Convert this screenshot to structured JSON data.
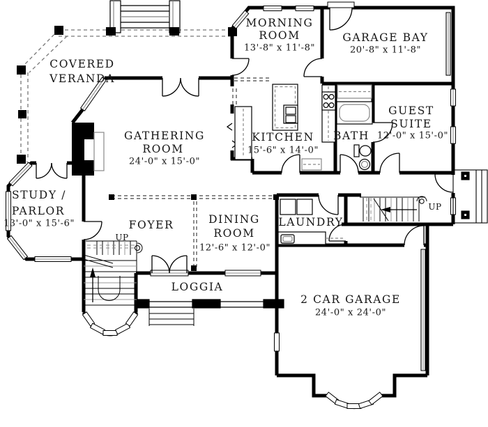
{
  "rooms": {
    "morning": {
      "l1": "MORNING",
      "l2": "ROOM",
      "dims": "13'-8\" x 11'-8\""
    },
    "garage_bay": {
      "l1": "GARAGE BAY",
      "dims": "20'-8\" x 11'-8\""
    },
    "veranda": {
      "l1": "COVERED",
      "l2": "VERANDA"
    },
    "gathering": {
      "l1": "GATHERING",
      "l2": "ROOM",
      "dims": "24'-0\" x 15'-0\""
    },
    "kitchen": {
      "l1": "KITCHEN",
      "dims": "15'-6\" x 14'-0\""
    },
    "bath": {
      "l1": "BATH"
    },
    "guest": {
      "l1": "GUEST",
      "l2": "SUITE",
      "dims": "12'-0\" x 15'-0\""
    },
    "study": {
      "l1": "STUDY /",
      "l2": "PARLOR",
      "dims": "13'-0\" x 15'-6\""
    },
    "foyer": {
      "l1": "FOYER"
    },
    "dining": {
      "l1": "DINING",
      "l2": "ROOM",
      "dims": "12'-6\" x 12'-0\""
    },
    "laundry": {
      "l1": "LAUNDRY"
    },
    "loggia": {
      "l1": "LOGGIA"
    },
    "garage": {
      "l1": "2 CAR GARAGE",
      "dims": "24'-0\" x 24'-0\""
    }
  },
  "stairs": {
    "left_up": "UP",
    "right_up": "UP"
  },
  "colors": {
    "wall": "#000000",
    "accent_gray": "#808080",
    "background": "#ffffff"
  }
}
